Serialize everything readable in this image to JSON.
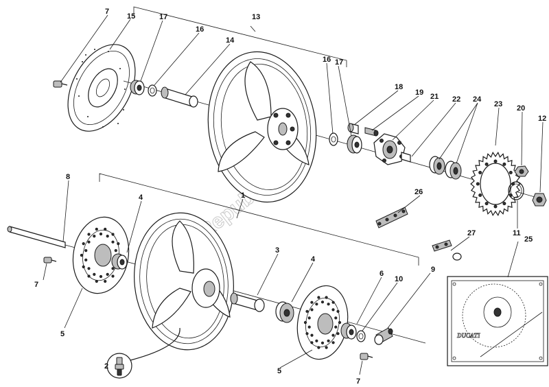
{
  "diagram": {
    "callouts": [
      "1",
      "2",
      "3",
      "4",
      "5",
      "6",
      "7",
      "8",
      "9",
      "10",
      "11",
      "12",
      "13",
      "14",
      "15",
      "16",
      "17",
      "18",
      "19",
      "20",
      "21",
      "22",
      "23",
      "24",
      "25",
      "26",
      "27"
    ]
  },
  "watermark": {
    "text": "PartsRepublik"
  },
  "emblem": {
    "text": "DUCATI"
  }
}
